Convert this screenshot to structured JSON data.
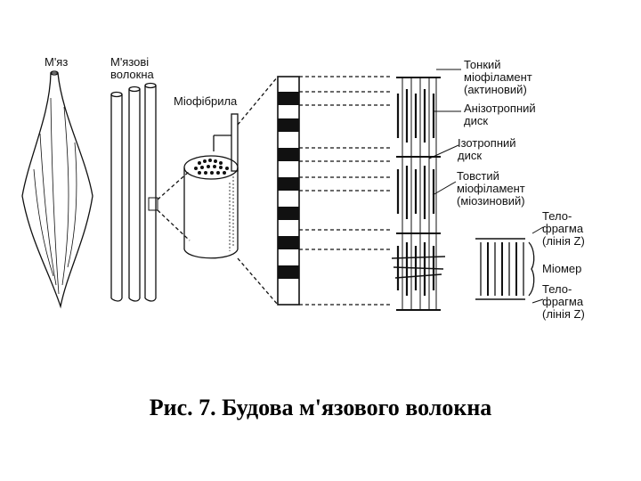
{
  "labels": {
    "muscle": "М'яз",
    "fibers": [
      "М'язові",
      "волокна"
    ],
    "myofibril": "Міофібрила",
    "thin_filament": [
      "Тонкий",
      "міофіламент",
      "(актиновий)"
    ],
    "anisotropic": [
      "Анізотропний",
      "диск"
    ],
    "isotropic": [
      "Ізотропний",
      "диск"
    ],
    "thick_filament": [
      "Товстий",
      "міофіламент",
      "(міозиновий)"
    ],
    "telophragma_top": [
      "Тело-",
      "фрагма",
      "(лінія Z)"
    ],
    "myomer": "Міомер",
    "telophragma_bottom": [
      "Тело-",
      "фрагма",
      "(лінія Z)"
    ]
  },
  "caption": "Рис. 7. Будова м'язового волокна"
}
